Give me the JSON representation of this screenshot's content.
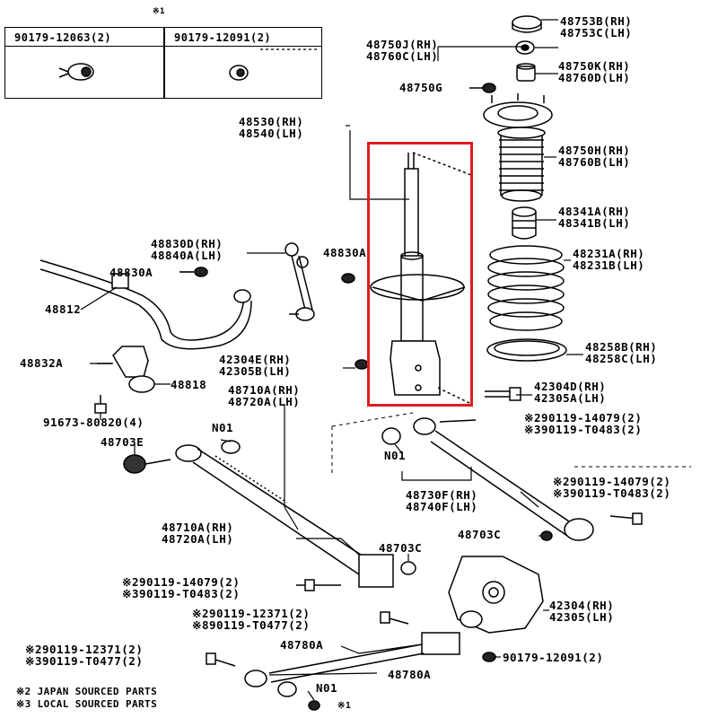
{
  "table": {
    "note_mark": "※1",
    "col1": "90179-12063(2)",
    "col2": "90179-12091(2)"
  },
  "labels": {
    "p48753": [
      "48753B(RH)",
      "48753C(LH)"
    ],
    "p48750j": [
      "48750J(RH)",
      "48760C(LH)"
    ],
    "p48750k": [
      "48750K(RH)",
      "48760D(LH)"
    ],
    "p48750g": "48750G",
    "p48530": [
      "48530(RH)",
      "48540(LH)"
    ],
    "p48750h": [
      "48750H(RH)",
      "48760B(LH)"
    ],
    "p48341": [
      "48341A(RH)",
      "48341B(LH)"
    ],
    "p48231": [
      "48231A(RH)",
      "48231B(LH)"
    ],
    "p48830d": [
      "48830D(RH)",
      "48840A(LH)"
    ],
    "p48830a_left": "48830A",
    "p48830a_right": "48830A",
    "p48812": "48812",
    "p48258": [
      "48258B(RH)",
      "48258C(LH)"
    ],
    "p48832a": "48832A",
    "p42304e": [
      "42304E(RH)",
      "42305B(LH)"
    ],
    "p48818": "48818",
    "p48710a_top": [
      "48710A(RH)",
      "48720A(LH)"
    ],
    "p42304d": [
      "42304D(RH)",
      "42305A(LH)"
    ],
    "p91673": "91673-80820(4)",
    "pN01_a": "N01",
    "p90119_14079_a": [
      "※290119-14079(2)",
      "※390119-T0483(2)"
    ],
    "p48703e": "48703E",
    "pN01_b": "N01",
    "p48730f": [
      "48730F(RH)",
      "48740F(LH)"
    ],
    "p90119_14079_b": [
      "※290119-14079(2)",
      "※390119-T0483(2)"
    ],
    "p48710a_bot": [
      "48710A(RH)",
      "48720A(LH)"
    ],
    "p48703c_right": "48703C",
    "p48703c_left": "48703C",
    "p90119_14079_c": [
      "※290119-14079(2)",
      "※390119-T0483(2)"
    ],
    "p42304": [
      "42304(RH)",
      "42305(LH)"
    ],
    "p90119_12371_a": [
      "※290119-12371(2)",
      "※890119-T0477(2)"
    ],
    "p48780a_top": "48780A",
    "p90119_12371_b": [
      "※290119-12371(2)",
      "※390119-T0477(2)"
    ],
    "p90179_12091": "90179-12091(2)",
    "p48780a_right": "48780A",
    "pN01_c": "N01",
    "mark1": "※1"
  },
  "notes": [
    "※2 JAPAN SOURCED PARTS",
    "※3 LOCAL SOURCED PARTS"
  ],
  "colors": {
    "highlight": "#e11b22",
    "ink": "#000000"
  }
}
